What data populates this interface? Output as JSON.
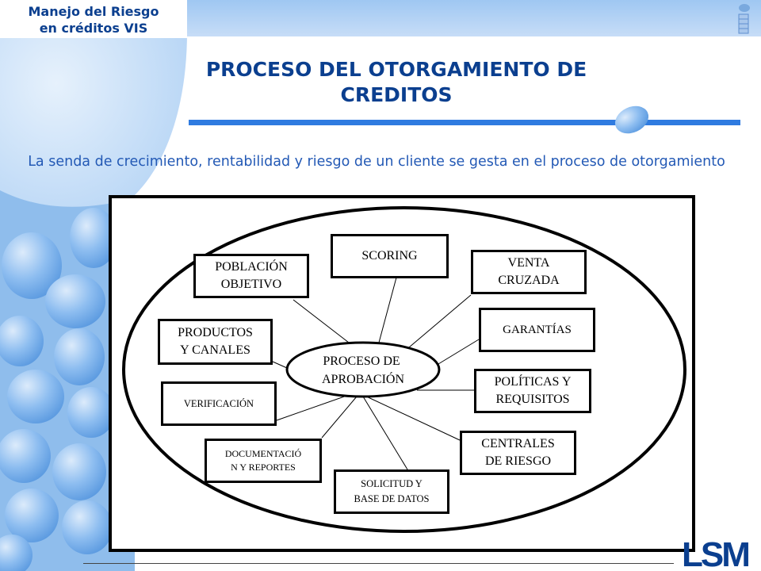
{
  "header": {
    "line1": "Manejo del Riesgo",
    "line2": "en créditos VIS"
  },
  "title": {
    "line1": "PROCESO DEL OTORGAMIENTO DE",
    "line2": "CREDITOS"
  },
  "subtitle": "La senda de crecimiento, rentabilidad y riesgo de un cliente se gesta en el proceso de otorgamiento",
  "diagram": {
    "center": "PROCESO DE\nAPROBACIÓN",
    "nodes": [
      {
        "id": "poblacion",
        "label": "POBLACIÓN\nOBJETIVO"
      },
      {
        "id": "scoring",
        "label": "SCORING"
      },
      {
        "id": "venta",
        "label": "VENTA\nCRUZADA"
      },
      {
        "id": "productos",
        "label": "PRODUCTOS\nY CANALES"
      },
      {
        "id": "garantias",
        "label": "GARANTÍAS"
      },
      {
        "id": "politicas",
        "label": "POLÍTICAS Y\nREQUISITOS"
      },
      {
        "id": "verificacion",
        "label": "VERIFICACIÓN"
      },
      {
        "id": "centrales",
        "label": "CENTRALES\nDE RIESGO"
      },
      {
        "id": "documentacion",
        "label": "DOCUMENTACIÓ\nN Y REPORTES"
      },
      {
        "id": "solicitud",
        "label": "SOLICITUD Y\nBASE DE DATOS"
      }
    ]
  },
  "logo": "LSM",
  "colors": {
    "title": "#0b3f8f",
    "subtitle": "#2359b5",
    "bubble": "#7fb4ea",
    "accent_bar": "#2f7be0"
  }
}
